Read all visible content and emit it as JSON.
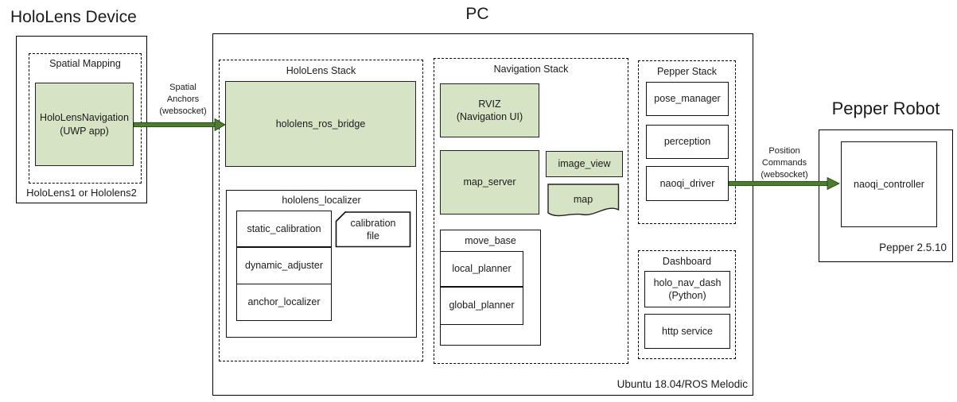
{
  "colors": {
    "box_fill_green": "#d6e3c5",
    "arrow_green": "#4e7c30",
    "border_black": "#000000"
  },
  "hololens_device": {
    "title": "HoloLens Device",
    "spatial_mapping_label": "Spatial Mapping",
    "app_box": "HoloLensNavigation\n(UWP app)",
    "footer": "HoloLens1 or Hololens2"
  },
  "arrows": {
    "spatial_anchors_label": "Spatial\nAnchors\n(websocket)",
    "position_commands_label": "Position\nCommands\n(websocket)"
  },
  "pc": {
    "title": "PC",
    "footer": "Ubuntu 18.04/ROS Melodic",
    "hololens_stack": {
      "title": "HoloLens Stack",
      "ros_bridge": "hololens_ros_bridge",
      "localizer": {
        "title": "hololens_localizer",
        "items": [
          "static_calibration",
          "dynamic_adjuster",
          "anchor_localizer"
        ],
        "calibration_file": "calibration\nfile"
      }
    },
    "navigation_stack": {
      "title": "Navigation Stack",
      "rviz": "RVIZ\n(Navigation UI)",
      "map_server": "map_server",
      "image_view": "image_view",
      "map": "map",
      "move_base": {
        "title": "move_base",
        "items": [
          "local_planner",
          "global_planner"
        ]
      }
    },
    "pepper_stack": {
      "title": "Pepper Stack",
      "items": [
        "pose_manager",
        "perception",
        "naoqi_driver"
      ]
    },
    "dashboard": {
      "title": "Dashboard",
      "items": [
        "holo_nav_dash\n(Python)",
        "http service"
      ]
    }
  },
  "pepper_robot": {
    "title": "Pepper Robot",
    "controller": "naoqi_controller",
    "footer": "Pepper 2.5.10"
  }
}
